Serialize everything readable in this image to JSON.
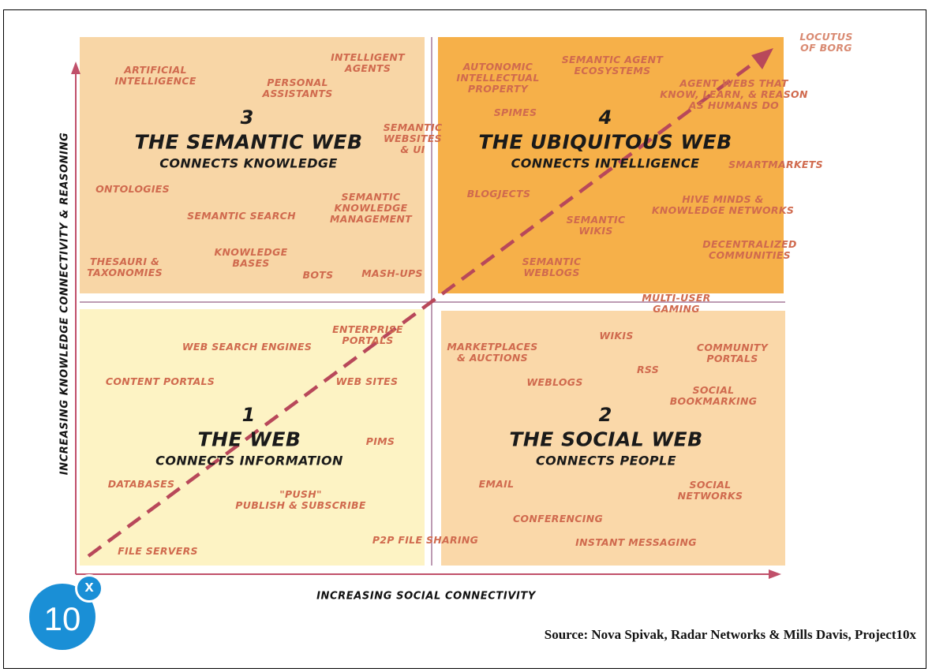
{
  "quadrants": {
    "q3": {
      "number": "3",
      "title": "THE SEMANTIC WEB",
      "subtitle": "CONNECTS KNOWLEDGE"
    },
    "q4": {
      "number": "4",
      "title": "THE UBIQUITOUS WEB",
      "subtitle": "CONNECTS INTELLIGENCE"
    },
    "q1": {
      "number": "1",
      "title": "THE WEB",
      "subtitle": "CONNECTS INFORMATION"
    },
    "q2": {
      "number": "2",
      "title": "THE SOCIAL WEB",
      "subtitle": "CONNECTS PEOPLE"
    }
  },
  "items": {
    "artificial_intelligence": "ARTIFICIAL\nINTELLIGENCE",
    "intelligent_agents": "INTELLIGENT\nAGENTS",
    "personal_assistants": "PERSONAL\nASSISTANTS",
    "semantic_websites": "SEMANTIC\nWEBSITES\n& UI",
    "ontologies": "ONTOLOGIES",
    "semantic_search": "SEMANTIC SEARCH",
    "semantic_km": "SEMANTIC\nKNOWLEDGE\nMANAGEMENT",
    "thesauri": "THESAURI &\nTAXONOMIES",
    "knowledge_bases": "KNOWLEDGE\nBASES",
    "bots": "BOTS",
    "mashups": "MASH-UPS",
    "autonomic_ip": "AUTONOMIC\nINTELLECTUAL\nPROPERTY",
    "semantic_agent_eco": "SEMANTIC AGENT\nECOSYSTEMS",
    "agent_webs": "AGENT WEBS THAT\nKNOW, LEARN, & REASON\nAS HUMANS DO",
    "spimes": "SPIMES",
    "smartmarkets": "SMARTMARKETS",
    "blogjects": "BLOGJECTS",
    "hive_minds": "HIVE MINDS &\nKNOWLEDGE NETWORKS",
    "semantic_wikis": "SEMANTIC\nWIKIS",
    "decentralized": "DECENTRALIZED\nCOMMUNITIES",
    "semantic_weblogs": "SEMANTIC\nWEBLOGS",
    "locutus": "LOCUTUS\nOF BORG",
    "multi_user_gaming": "MULTI-USER\nGAMING",
    "enterprise_portals": "ENTERPRISE\nPORTALS",
    "web_search_engines": "WEB SEARCH ENGINES",
    "content_portals": "CONTENT PORTALS",
    "web_sites": "WEB SITES",
    "pims": "PIMS",
    "databases": "DATABASES",
    "push": "\"PUSH\"\nPUBLISH & SUBSCRIBE",
    "file_servers": "FILE SERVERS",
    "p2p": "P2P FILE SHARING",
    "marketplaces": "MARKETPLACES\n& AUCTIONS",
    "wikis": "WIKIS",
    "community_portals": "COMMUNITY\nPORTALS",
    "rss": "RSS",
    "weblogs": "WEBLOGS",
    "social_bookmarking": "SOCIAL\nBOOKMARKING",
    "email": "EMAIL",
    "social_networks": "SOCIAL\nNETWORKS",
    "conferencing": "CONFERENCING",
    "instant_messaging": "INSTANT MESSAGING"
  },
  "axes": {
    "x_label": "INCREASING SOCIAL CONNECTIVITY",
    "y_label": "INCREASING KNOWLEDGE CONNECTIVITY & REASONING"
  },
  "logo": {
    "number": "10",
    "superscript": "x"
  },
  "source": "Source: Nova Spivak, Radar Networks & Mills Davis, Project10x",
  "colors": {
    "q3": "#f8d6a6",
    "q4": "#f6b049",
    "q1": "#fdf3c4",
    "q2": "#fad8a9",
    "item_text": "#d06a4e",
    "arrow": "#b8485a",
    "axis": "#c0506a",
    "logo": "#1a8fd6"
  }
}
